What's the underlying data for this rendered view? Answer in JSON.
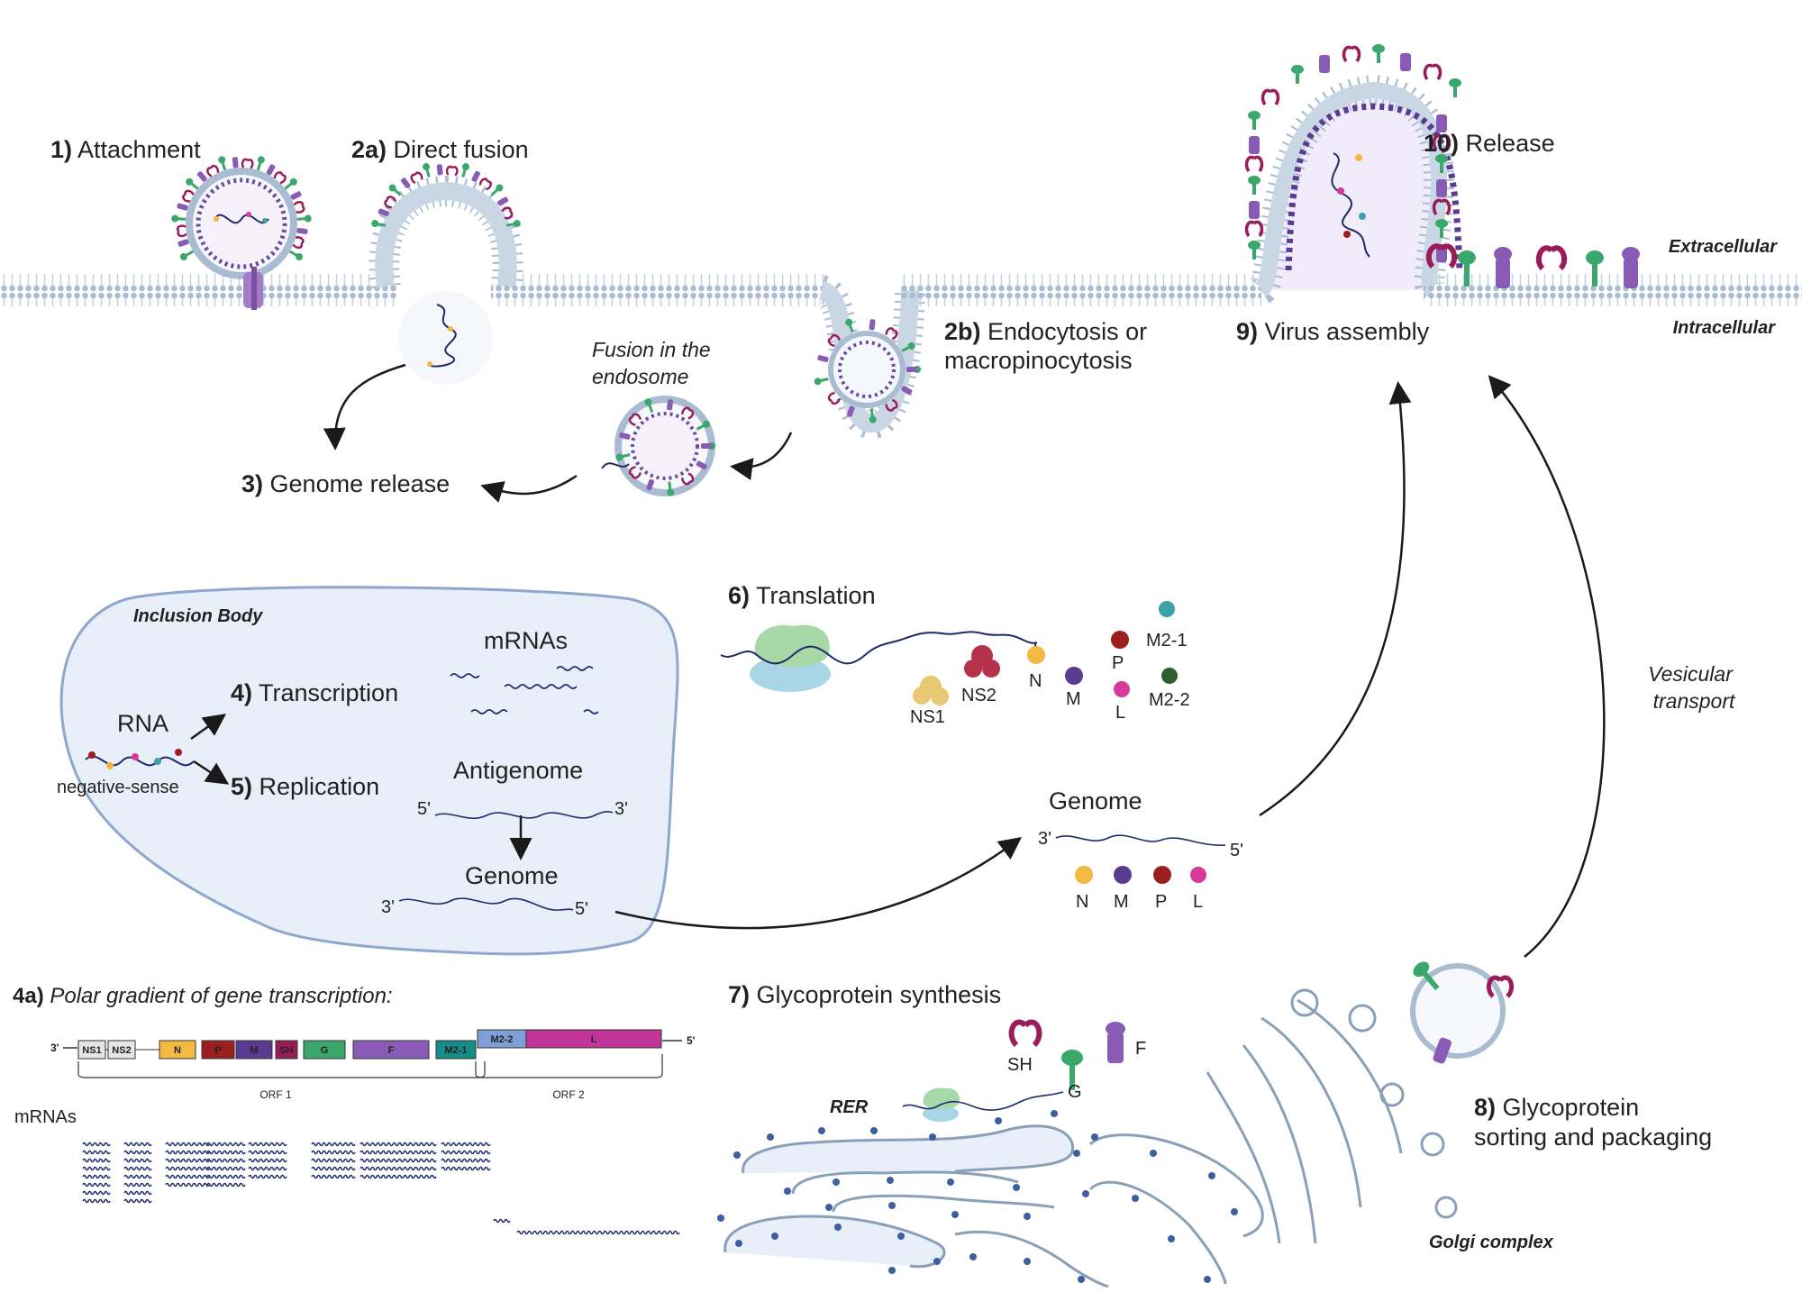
{
  "colors": {
    "membrane": "#a9bcd2",
    "membrane_dark": "#8aa0b8",
    "inclusion_fill": "#e8eff9",
    "inclusion_stroke": "#8ea7cf",
    "rna": "#1f2a6b",
    "N": "#f4b942",
    "M": "#5b3a91",
    "P": "#9b1f1f",
    "L": "#d63b9a",
    "M2-1": "#3aa3a6",
    "M2-2": "#2f5e2f",
    "NS1": "#e8c870",
    "NS2": "#b5324a",
    "G": "#3aa86a",
    "F": "#8a5bb5",
    "SH": "#9a1b5a"
  },
  "icons": [
    "virion-icon",
    "receptor-icon",
    "ribosome-icon",
    "glycoprotein-g-icon",
    "glycoprotein-f-icon",
    "glycoprotein-sh-icon",
    "vesicle-icon",
    "rer-icon",
    "golgi-icon"
  ],
  "steps": {
    "s1": {
      "num": "1)",
      "label": "Attachment"
    },
    "s2a": {
      "num": "2a)",
      "label": "Direct fusion"
    },
    "s2b": {
      "num": "2b)",
      "label1": "Endocytosis or",
      "label2": "macropinocytosis"
    },
    "s3": {
      "num": "3)",
      "label": "Genome release"
    },
    "fusion_endo1": "Fusion in the",
    "fusion_endo2": "endosome",
    "s4": {
      "num": "4)",
      "label": "Transcription"
    },
    "s5": {
      "num": "5)",
      "label": "Replication"
    },
    "s6": {
      "num": "6)",
      "label": "Translation"
    },
    "s7": {
      "num": "7)",
      "label": "Glycoprotein synthesis"
    },
    "s8": {
      "num": "8)",
      "label1": "Glycoprotein",
      "label2": "sorting and packaging"
    },
    "s9": {
      "num": "9)",
      "label": "Virus  assembly"
    },
    "s10": {
      "num": "10)",
      "label": "Release"
    },
    "s4a": {
      "num": "4a)",
      "label": "Polar gradient of gene transcription:"
    }
  },
  "regions": {
    "extracellular": "Extracellular",
    "intracellular": "Intracellular",
    "inclusion_body": "Inclusion Body",
    "rer": "RER",
    "golgi": "Golgi complex",
    "vesicular1": "Vesicular",
    "vesicular2": "transport"
  },
  "inclusion": {
    "rna": "RNA",
    "neg": "negative-sense",
    "mrnas": "mRNAs",
    "antigenome": "Antigenome",
    "genome": "Genome",
    "five": "5'",
    "three": "3'"
  },
  "translation_proteins": {
    "N": "N",
    "M": "M",
    "P": "P",
    "L": "L",
    "M21": "M2-1",
    "M22": "M2-2",
    "NS1": "NS1",
    "NS2": "NS2"
  },
  "genome_cyto": {
    "title": "Genome",
    "three": "3'",
    "five": "5'",
    "N": "N",
    "M": "M",
    "P": "P",
    "L": "L"
  },
  "glyco": {
    "SH": "SH",
    "G": "G",
    "F": "F"
  },
  "gene_map": {
    "three": "3'",
    "five": "5'",
    "genes": [
      "NS1",
      "NS2",
      "N",
      "P",
      "M",
      "SH",
      "G",
      "F",
      "M2-1",
      "M2-2",
      "L"
    ],
    "orf1": "ORF 1",
    "orf2": "ORF 2",
    "mrnas": "mRNAs"
  }
}
